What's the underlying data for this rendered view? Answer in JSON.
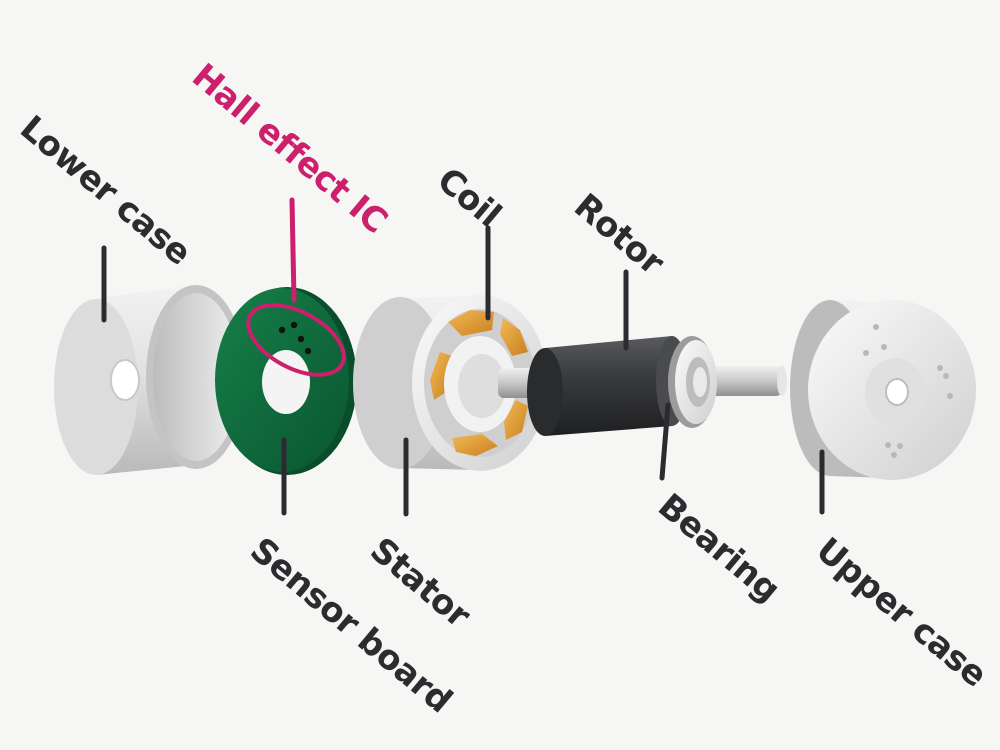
{
  "labels": {
    "lower_case": "Lower case",
    "hall_effect_ic": "Hall effect IC",
    "coil": "Coil",
    "rotor": "Rotor",
    "sensor_board": "Sensor board",
    "stator": "Stator",
    "bearing": "Bearing",
    "upper_case": "Upper case"
  },
  "colors": {
    "label_text": "#2c2c30",
    "highlight": "#cc1f6c",
    "pcb_green": "#0d6a3b",
    "coil_copper": "#e39a2e",
    "rotor_dark": "#3a3b3d",
    "metal": "#d9d9d9",
    "background": "#f6f6f4"
  }
}
